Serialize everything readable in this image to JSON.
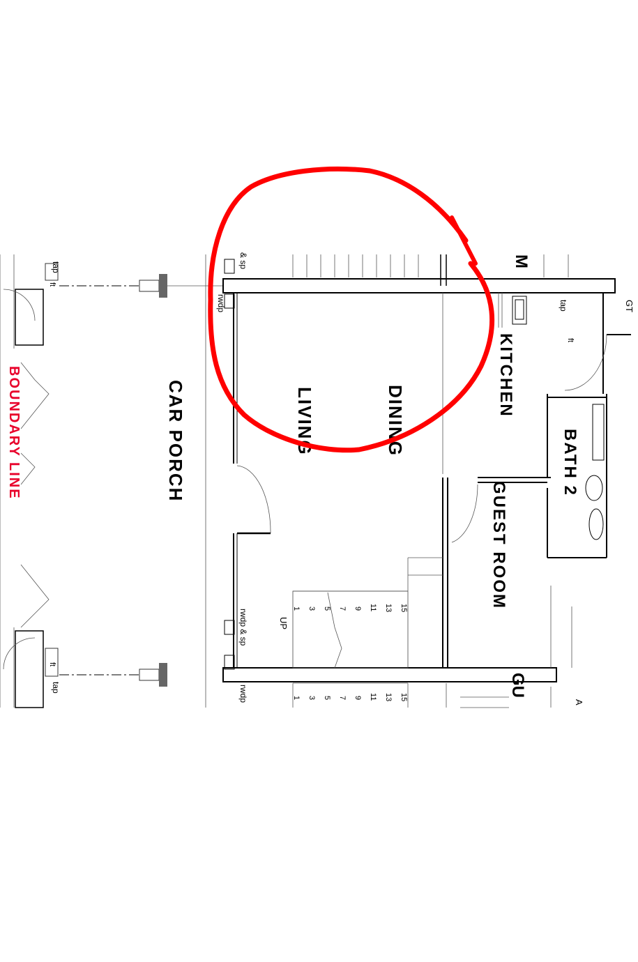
{
  "rooms": {
    "car_porch": "CAR PORCH",
    "living": "LIVING",
    "dining": "DINING",
    "kitchen": "KITCHEN",
    "guest_room": "GUEST ROOM",
    "bath_2": "BATH 2",
    "partial_top": "M",
    "partial_bottom": "GU"
  },
  "boundary_label": "BOUNDARY LINE",
  "fixtures": {
    "tap": "tap",
    "ft": "ft",
    "gt": "GT",
    "rwdp": "rwdp",
    "rwdp_sp": "rwdp & sp",
    "sp_partial": "& sp",
    "up": "UP",
    "partial_a": "A"
  },
  "stair_steps": [
    "1",
    "3",
    "5",
    "7",
    "9",
    "11",
    "13",
    "15"
  ],
  "colors": {
    "annotation": "#ff0000",
    "boundary_text": "#e8002a",
    "linework": "#000000"
  }
}
